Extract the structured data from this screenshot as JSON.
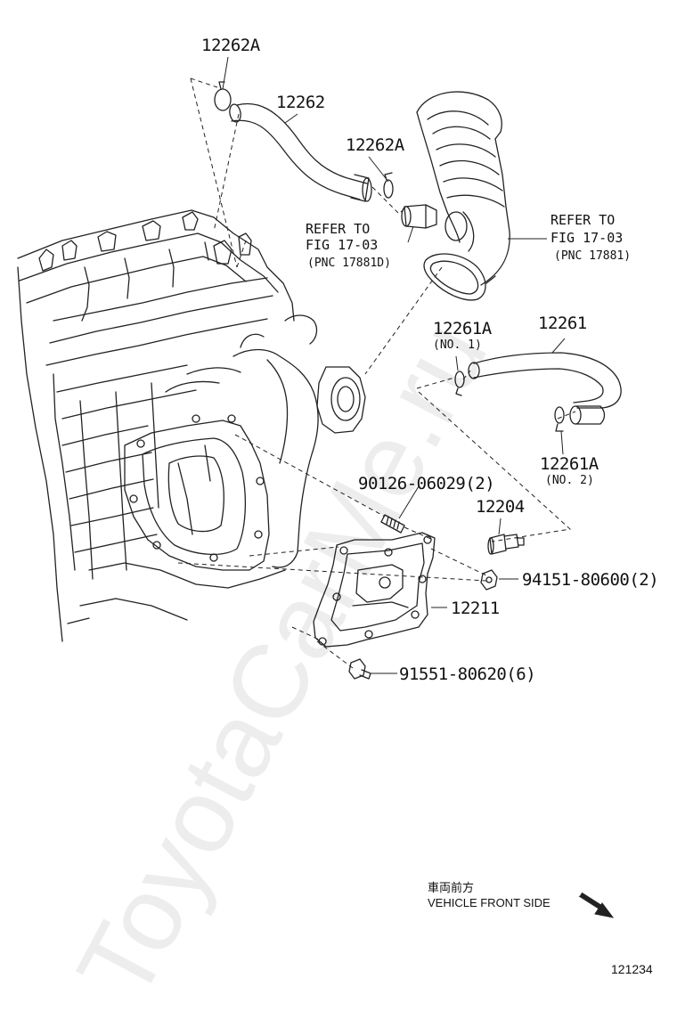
{
  "watermark": "ToyotaCarMe.ru",
  "labels": {
    "p12262A_top": "12262A",
    "p12262": "12262",
    "p12262A_right": "12262A",
    "refer_left_1": "REFER TO",
    "refer_left_2": "FIG 17-03",
    "refer_left_3": "(PNC 17881D)",
    "refer_right_1": "REFER TO",
    "refer_right_2": "FIG 17-03",
    "refer_right_3": "(PNC 17881)",
    "p12261A_no1": "12261A",
    "no1": "(NO. 1)",
    "p12261": "12261",
    "p12261A_no2": "12261A",
    "no2": "(NO. 2)",
    "p90126": "90126-06029(2)",
    "p12204": "12204",
    "p94151": "94151-80600(2)",
    "p12211": "12211",
    "p91551": "91551-80620(6)",
    "front_jp": "車両前方",
    "front_en": "VEHICLE FRONT SIDE",
    "diagram_no": "121234"
  }
}
